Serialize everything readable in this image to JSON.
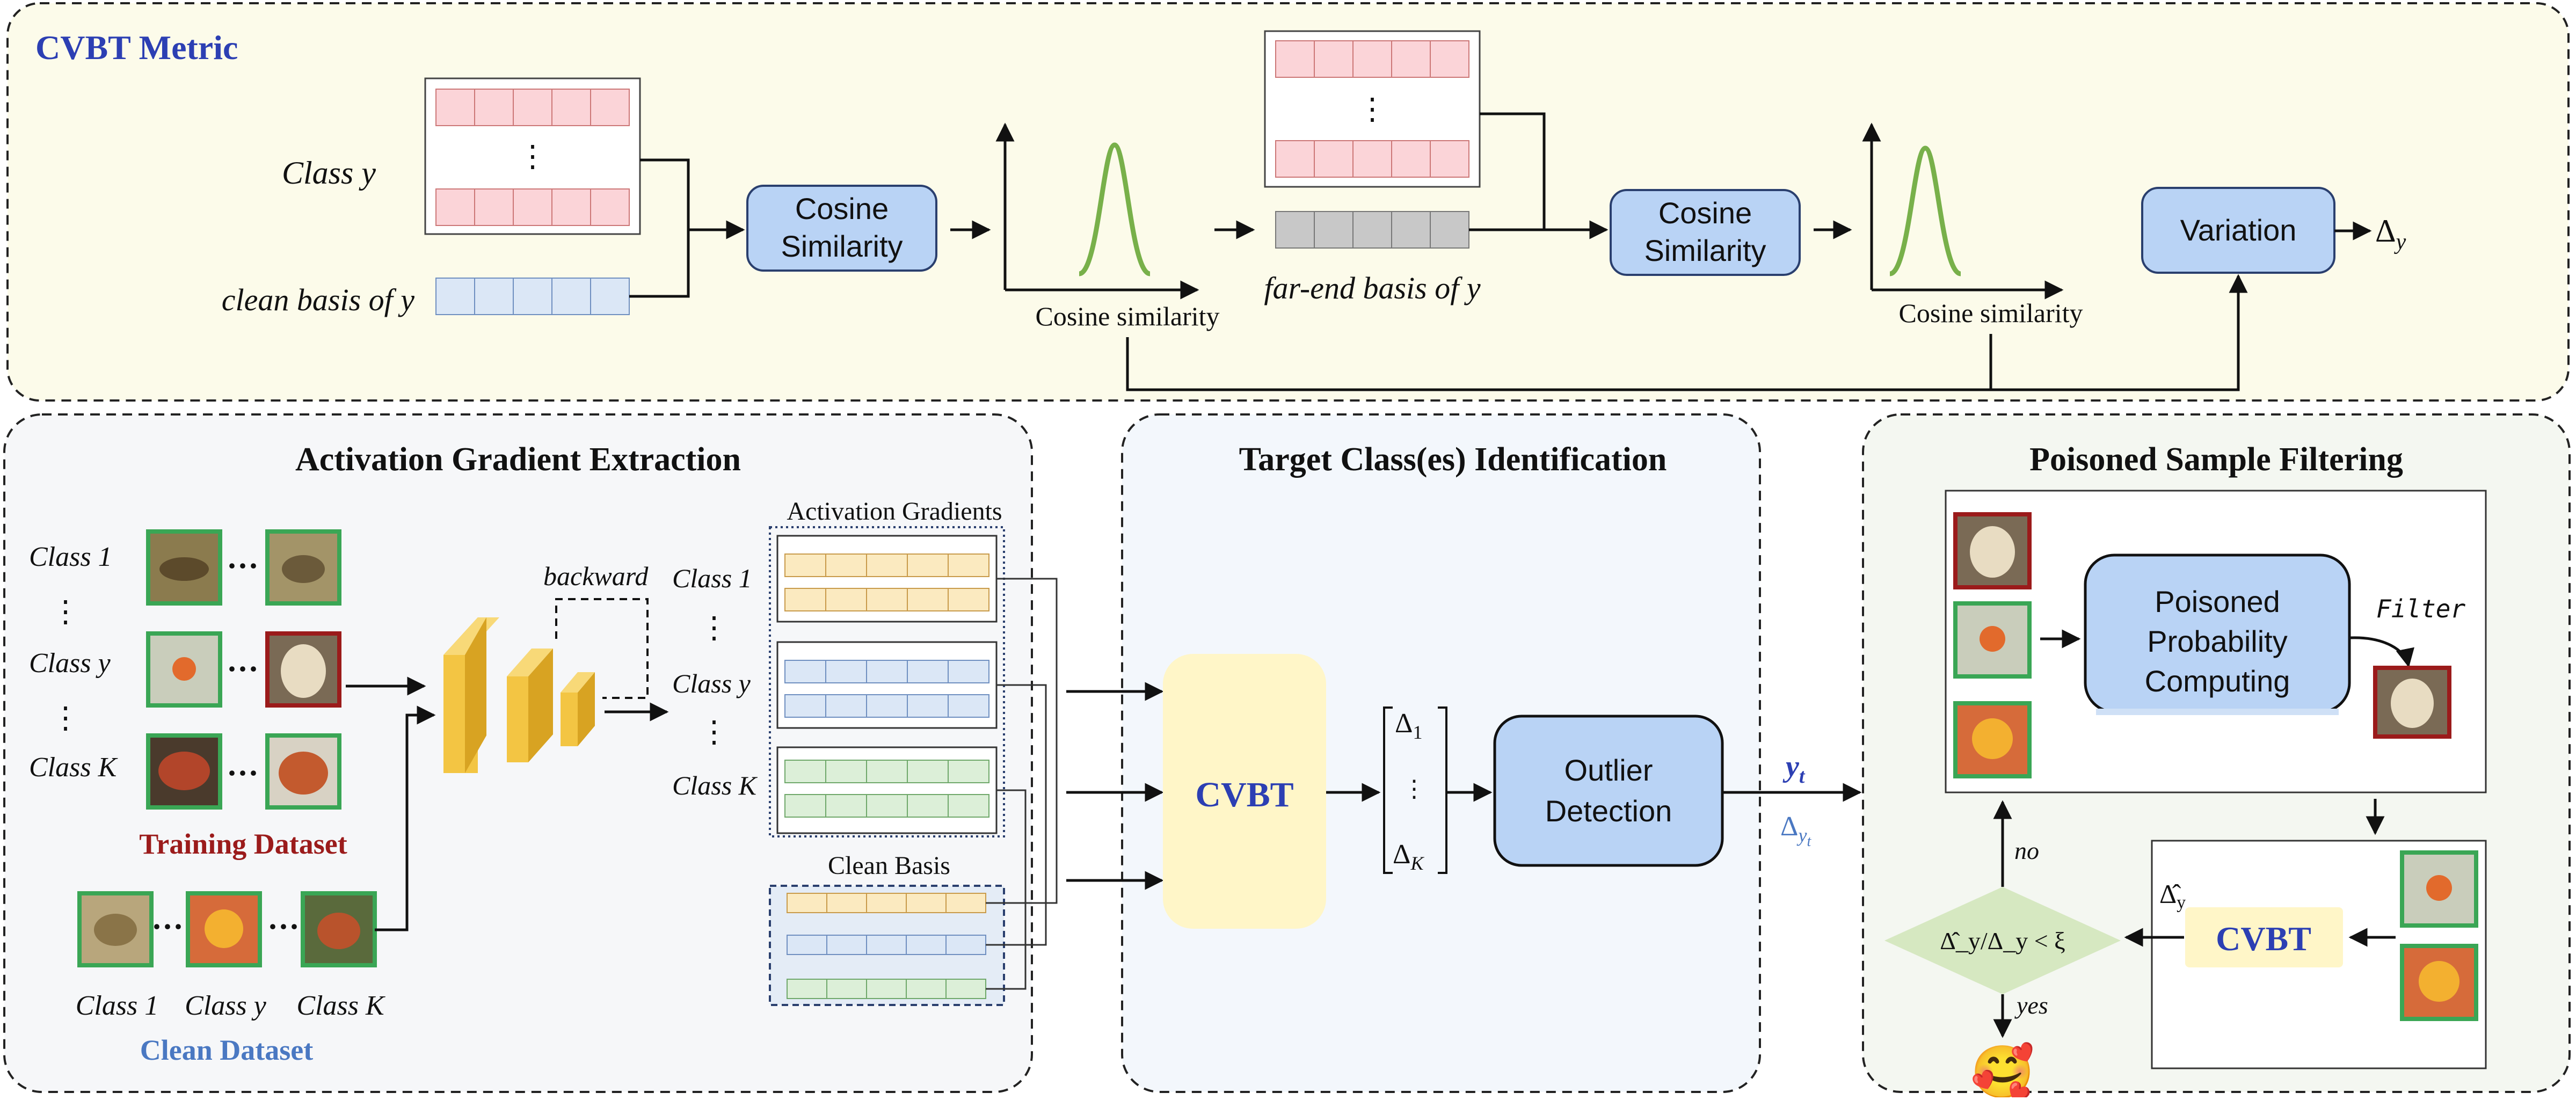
{
  "colors": {
    "panel_top": "#fcfbea",
    "panel_left": "#f6f7f9",
    "panel_mid": "#f3f7fc",
    "panel_right": "#f4f7f1",
    "node_blue": "#b9d3f5",
    "node_yellow": "#fff6c8",
    "title_blue": "#2c3fb3",
    "train_red": "#9b1b1b",
    "clean_blue": "#4a78c2",
    "bell_green": "#78b04a",
    "diamond_green": "#d6e8c1",
    "row_pink": "#fbd4d8",
    "row_blue": "#dbe7f6",
    "row_gray": "#c8c8c8",
    "row_yellow": "#fbeac0",
    "row_green": "#dcefd8",
    "cube_yellow": "#f3c543"
  },
  "cvbt_metric": {
    "title": "CVBT Metric",
    "class_y": "Class y",
    "dots": "⋮",
    "clean_basis": "clean basis of y",
    "cosine_line1": "Cosine",
    "cosine_line2": "Similarity",
    "cosine_axis": "Cosine similarity",
    "far_end_basis": "far-end basis of y",
    "variation": "Variation",
    "delta_y": "Δ",
    "delta_y_sub": "y"
  },
  "extraction": {
    "title": "Activation Gradient Extraction",
    "class_1": "Class 1",
    "class_y": "Class y",
    "class_k": "Class K",
    "vdots": "⋮",
    "hdots": "···",
    "training_dataset": "Training Dataset",
    "clean_dataset": "Clean Dataset",
    "backward": "backward",
    "activation_gradients": "Activation Gradients",
    "clean_basis": "Clean Basis"
  },
  "identification": {
    "title": "Target Class(es) Identification",
    "cvbt": "CVBT",
    "delta_1": "Δ",
    "sub_1": "1",
    "delta_k": "Δ",
    "sub_k": "K",
    "vdots": "⋮",
    "outlier_line1": "Outlier",
    "outlier_line2": "Detection",
    "y_t": "y",
    "y_t_sub": "t",
    "delta_yt": "Δ",
    "delta_yt_sub": "y",
    "delta_yt_subsub": "t"
  },
  "filtering": {
    "title": "Poisoned Sample Filtering",
    "poisoned_line1": "Poisoned",
    "poisoned_line2": "Probability",
    "poisoned_line3": "Computing",
    "filter": "Filter",
    "cvbt": "CVBT",
    "delta_hat": "Δ̂",
    "delta_hat_sub": "y",
    "condition": "Δ̂_y/Δ_y < ξ",
    "no": "no",
    "yes": "yes",
    "emoji": "🥰"
  }
}
